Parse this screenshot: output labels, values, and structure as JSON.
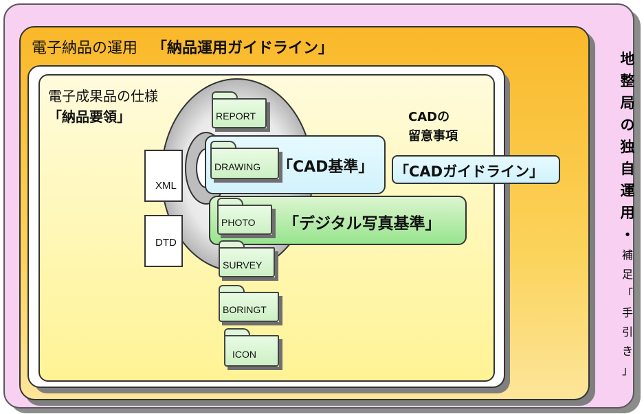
{
  "outer": {
    "title_plain": "電子納品の運用",
    "title_bold": "「納品運用ガイドライン」"
  },
  "inner": {
    "spec_label": "電子成果品の仕様",
    "yoryo_label": "「納品要領」"
  },
  "cad_note": {
    "line1": "CADの",
    "line2": "留意事項"
  },
  "documents": [
    {
      "label": "XML"
    },
    {
      "label": "DTD"
    }
  ],
  "folders": [
    {
      "label": "REPORT"
    },
    {
      "label": "DRAWING"
    },
    {
      "label": "PHOTO"
    },
    {
      "label": "SURVEY"
    },
    {
      "label": "BORINGT"
    },
    {
      "label": "ICON"
    }
  ],
  "standards": {
    "cad_standard": "「CAD基準」",
    "cad_guideline": "「CADガイドライン」",
    "photo_standard": "「デジタル写真基準」"
  },
  "side_text": {
    "big": [
      "地",
      "整",
      "局",
      "の",
      "独",
      "自",
      "運",
      "用",
      "・"
    ],
    "small": [
      "補",
      "足",
      "「",
      "手",
      "引",
      "き",
      "」"
    ]
  },
  "colors": {
    "frame_pink": "#f7d0f2",
    "orange": "#fab82a",
    "yellow": "#fff7b4",
    "folder_green": "#cdf0c4",
    "cad_box": "#d2f2fb",
    "photo_box": "#98e48e"
  }
}
